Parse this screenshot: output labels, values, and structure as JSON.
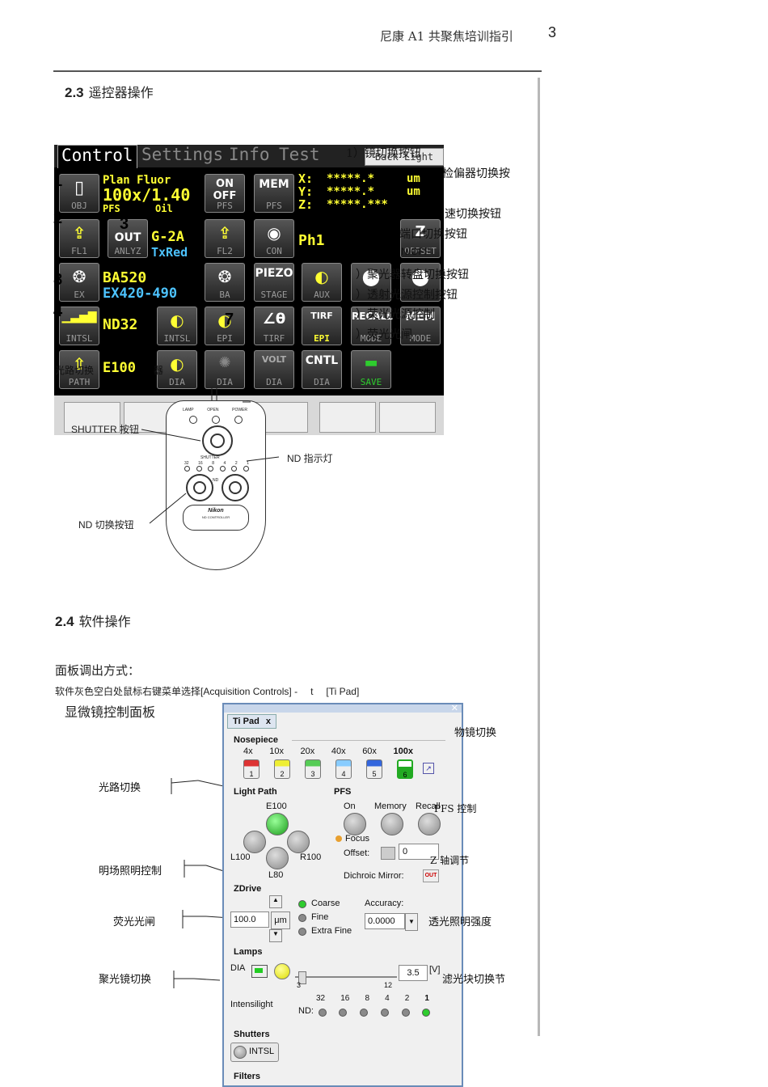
{
  "header": {
    "title": "尼康 A1 共聚焦培训指引",
    "page": "3"
  },
  "section23": {
    "num": "2.3",
    "title": "遥控器操作"
  },
  "controller": {
    "tabs": [
      "Control",
      "Settings",
      "Info",
      "Test"
    ],
    "backlight": "Back Light",
    "objective": {
      "name": "Plan Fluor",
      "mag": "100x/1.40",
      "pfs": "PFS",
      "medium": "Oil"
    },
    "coords": {
      "x": "X:",
      "y": "Y:",
      "z": "Z:",
      "xv": "*****.*",
      "yv": "*****.*",
      "zv": "*****.***",
      "unit": "um"
    },
    "buttons": {
      "obj": "OBJ",
      "pfs1": "PFS",
      "on_off": "ON OFF",
      "mem": "MEM",
      "pfs2": "PFS",
      "fl1": "FL1",
      "anlyz": "ANLYZ",
      "out": "OUT",
      "g2a": "G-2A",
      "txred": "TxRed",
      "fl2": "FL2",
      "con": "CON",
      "ph1": "Ph1",
      "offset": "OFFSET",
      "ex": "EX",
      "ba520": "BA520",
      "ex420": "EX420-490",
      "ba": "BA",
      "piezo": "PIEZO",
      "stage": "STAGE",
      "aux": "AUX",
      "intsl": "INTSL",
      "nd32": "ND32",
      "intsl2": "INTSL",
      "epi": "EPI",
      "tirf": "TIRF",
      "tirf2": "TIRF",
      "epi2": "EPI",
      "recall": "RECALL",
      "mode": "MODE",
      "mem2": "MEM",
      "mode2": "MODE",
      "path": "PATH",
      "e100": "E100",
      "dia": "DIA",
      "dia2": "DIA",
      "volt": "VOLT",
      "dia3": "DIA",
      "cntl": "CNTL",
      "dia4": "DIA",
      "save": "SAVE"
    },
    "nums": [
      "1",
      "2",
      "3",
      "8",
      "4",
      "7"
    ]
  },
  "callouts_right": [
    "1）镜切换按钮",
    "检偏器切换按",
    "速切换按钮",
    "端口切换按钮",
    "N/OFF",
    "）聚光器转盘切换按钮",
    "）透射光源控制按钮",
    "）荧光光源控制",
    "）荧光光闸"
  ],
  "left_small": {
    "path_note": "光路切换",
    "sw": "器"
  },
  "remote": {
    "shutter_btn": "SHUTTER 按钮",
    "nd_led": "ND 指示灯",
    "nd_btn": "ND 切换按钮",
    "top_labels": [
      "LAMP",
      "OPEN",
      "POWER"
    ],
    "shutter": "SHUTTER",
    "nd": "ND",
    "brand": "Nikon",
    "model": "ND CONTROLLER",
    "nd_nums": [
      "32",
      "16",
      "8",
      "4",
      "2",
      "1"
    ]
  },
  "section24": {
    "num": "2.4",
    "title": "软件操作"
  },
  "panel_how": "面板调出方式：",
  "panel_path": {
    "pre": "软件灰色空白处鼠标右键菜单选择",
    "a": "[Acquisition Controls] -",
    "t": "t",
    "b": "[Ti Pad]"
  },
  "panel_title": "显微镜控制面板",
  "tipad": {
    "tab": "Ti Pad",
    "close": "x",
    "nosepiece": "Nosepiece",
    "mags": [
      "4x",
      "10x",
      "20x",
      "40x",
      "60x",
      "100x"
    ],
    "positions": [
      "1",
      "2",
      "3",
      "4",
      "5",
      "6"
    ],
    "lightpath": "Light Path",
    "pfs": "PFS",
    "e100": "E100",
    "l100": "L100",
    "r100": "R100",
    "l80": "L80",
    "on": "On",
    "memory": "Memory",
    "recall": "Recall",
    "focus": "Focus",
    "offset": "Offset:",
    "offset_val": "0",
    "dichroic": "Dichroic Mirror:",
    "out": "OUT",
    "zdrive": "ZDrive",
    "zval": "100.0",
    "um": "μm",
    "coarse": "Coarse",
    "fine": "Fine",
    "xfine": "Extra Fine",
    "accuracy": "Accuracy:",
    "acc_val": "0.0000",
    "lamps": "Lamps",
    "dia": "DIA",
    "lamp_val": "3.5",
    "lamp_unit": "[V]",
    "scale_min": "3",
    "scale_max": "12",
    "intensilight": "Intensilight",
    "nd": "ND:",
    "nd_vals": [
      "32",
      "16",
      "8",
      "4",
      "2",
      "1"
    ],
    "shutters": "Shutters",
    "intsl": "INTSL",
    "filters": "Filters"
  },
  "side_labels": {
    "objective": "物镜切换",
    "lightpath": "光路切换",
    "pfs": "PFS 控制",
    "bright": "明场照明控制",
    "z": "Z 轴调节",
    "fluo_shutter": "荧光光闸",
    "trans": "透光照明强度",
    "condenser": "聚光镜切换",
    "filter": "滤光块切换节"
  }
}
